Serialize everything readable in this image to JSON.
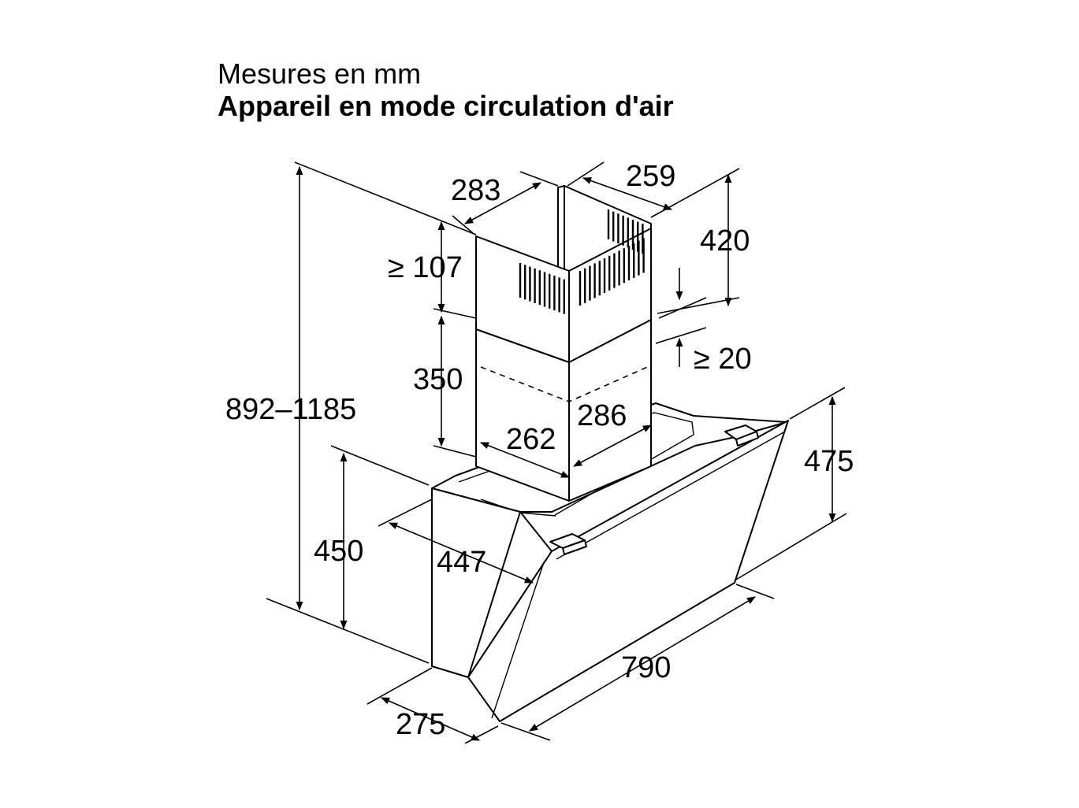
{
  "header": {
    "subtitle": "Mesures en mm",
    "title": "Appareil en mode circulation d'air"
  },
  "dimensions": {
    "d283": "283",
    "d259": "259",
    "d420": "420",
    "d107": "≥ 107",
    "d350": "350",
    "d20": "≥ 20",
    "d892": "892–1185",
    "d286": "286",
    "d262": "262",
    "d475": "475",
    "d450": "450",
    "d447": "447",
    "d790": "790",
    "d275": "275"
  }
}
